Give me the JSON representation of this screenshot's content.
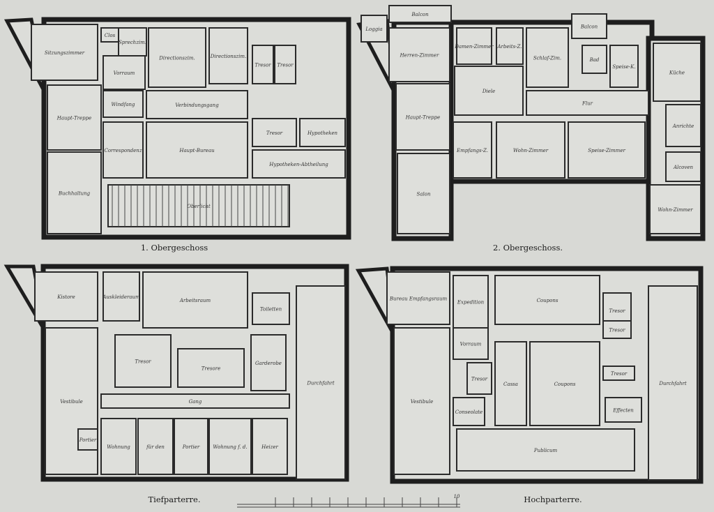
{
  "plans": {
    "obergeschoss1": {
      "title": "1. Obergeschoss",
      "rooms": [
        "Sitzungszimmer",
        "Clos",
        "Sprechzim.",
        "Vorraum",
        "Directionszim.",
        "Directionszim.",
        "Tresor",
        "Tresor",
        "Haupt-Treppe",
        "Windfang",
        "Verbindungsgang",
        "Correspondenz",
        "Haupt-Bureau",
        "Tresor",
        "Hypotheken",
        "Hypotheken-Abtheilung",
        "Buchhaltung",
        "Oberlicht"
      ]
    },
    "obergeschoss2": {
      "title": "2. Obergeschoss.",
      "rooms": [
        "Balcon",
        "Loggia",
        "Herren-Zimmer",
        "Damen-Zimmer",
        "Arbeits-Z.",
        "Schlaf-Zim.",
        "Balcon",
        "Bad",
        "Speise-K.",
        "Küche",
        "Diele",
        "Flur",
        "Haupt-Treppe",
        "Empfangs-Z.",
        "Wohn-Zimmer",
        "Speise-Zimmer",
        "Anrichte",
        "Alcoven",
        "Wohn-Zimmer",
        "Salon"
      ]
    },
    "tiefparterre": {
      "title": "Tiefparterre.",
      "rooms": [
        "Kistore",
        "Auskleideraum",
        "Arbeitsraum",
        "Toiletten",
        "Tresor",
        "Tresore",
        "Garderobe",
        "Gang",
        "Vestibule",
        "Wohnung",
        "für den",
        "Portier",
        "Wohnung f. d.",
        "Heizer",
        "Durchfahrt",
        "Portier"
      ]
    },
    "hochparterre": {
      "title": "Hochparterre.",
      "rooms": [
        "Bureau Empfangsraum",
        "Expedition",
        "Coupons",
        "Tresor",
        "Vorraum",
        "Tresor",
        "Cassa",
        "Coupons",
        "Tresor",
        "Effecten",
        "Conseolate",
        "Publicum",
        "Vestibule",
        "Durchfahrt",
        "Tresor"
      ]
    }
  },
  "scale_bar": {
    "end_label": "10"
  }
}
